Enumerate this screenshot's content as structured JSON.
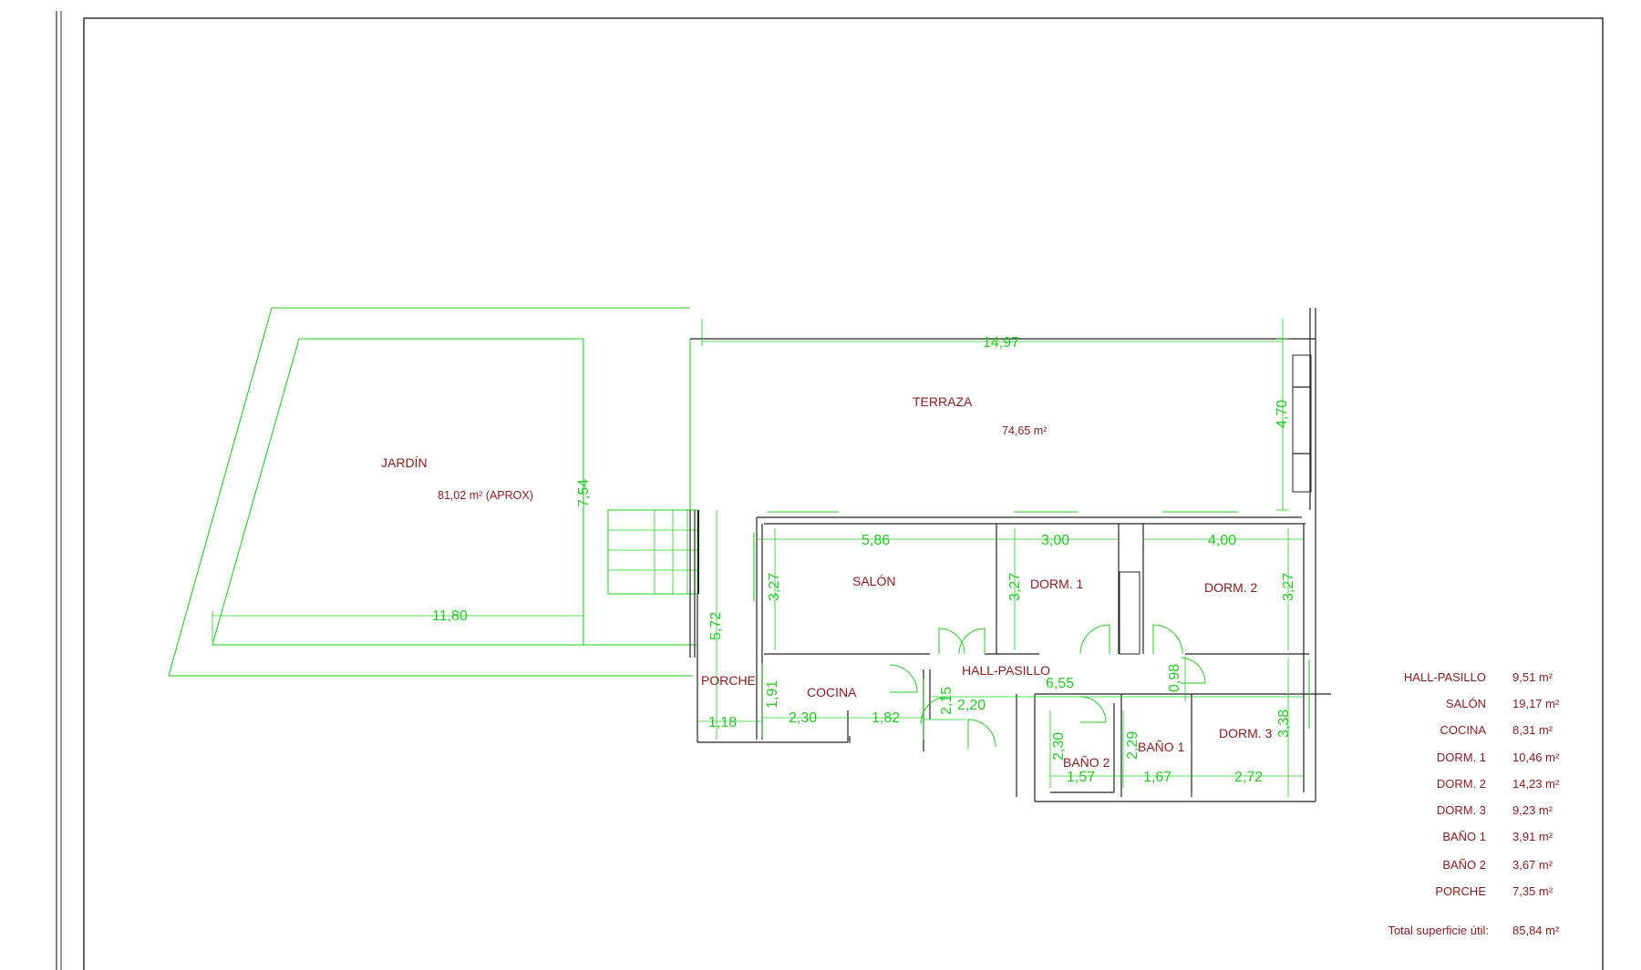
{
  "rooms": {
    "jardin": {
      "label": "JARDÍN",
      "area": "81,02 m² (APROX)"
    },
    "terraza": {
      "label": "TERRAZA",
      "area": "74,65 m²"
    },
    "salon": "SALÓN",
    "dorm1": "DORM. 1",
    "dorm2": "DORM. 2",
    "dorm3": "DORM. 3",
    "porche": "PORCHE",
    "cocina": "COCINA",
    "hall": "HALL-PASILLO",
    "bano2": "BAÑO 2",
    "bano1": "BAÑO 1"
  },
  "dims": {
    "d1497": "14,97",
    "d470": "4,70",
    "d754": "7,54",
    "d1180": "11,80",
    "d586": "5,86",
    "d300": "3,00",
    "d400": "4,00",
    "d327a": "3,27",
    "d327b": "3,27",
    "d327c": "3,27",
    "d572": "5,72",
    "d191": "1,91",
    "d118": "1,18",
    "d230a": "2,30",
    "d182": "1,82",
    "d215": "2,15",
    "d220": "2,20",
    "d655": "6,55",
    "d098": "0,98",
    "d338": "3,38",
    "d230b": "2,30",
    "d229": "2,29",
    "d157": "1,57",
    "d167": "1,67",
    "d272": "2,72"
  },
  "legend": {
    "items": [
      {
        "name": "HALL-PASILLO",
        "value": "9,51 m²"
      },
      {
        "name": "SALÓN",
        "value": "19,17 m²"
      },
      {
        "name": "COCINA",
        "value": "8,31 m²"
      },
      {
        "name": "DORM. 1",
        "value": "10,46 m²"
      },
      {
        "name": "DORM. 2",
        "value": "14,23 m²"
      },
      {
        "name": "DORM. 3",
        "value": "9,23 m²"
      },
      {
        "name": "BAÑO 1",
        "value": "3,91 m²"
      },
      {
        "name": "BAÑO 2",
        "value": "3,67 m²"
      },
      {
        "name": "PORCHE",
        "value": "7,35 m²"
      }
    ],
    "total_label": "Total superficie útil:",
    "total_value": "85,84 m²"
  },
  "colors": {
    "dimension": "#22cc22",
    "label": "#8b1a1a",
    "wall": "#222222"
  }
}
